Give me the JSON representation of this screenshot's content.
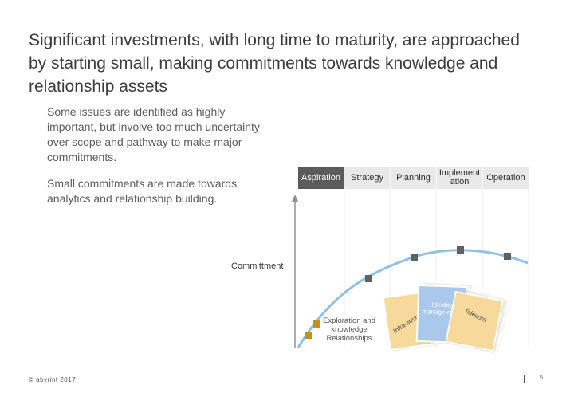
{
  "slide": {
    "title": "Significant investments, with long time to maturity, are approached by starting small, making commitments towards knowledge and relationship assets",
    "paragraph1": "Some issues are identified as highly important, but involve too much uncertainty over scope and pathway to make major commitments.",
    "paragraph2": "Small commitments are made towards analytics and relationship building."
  },
  "stages": [
    {
      "label": "Aspiration",
      "active": true
    },
    {
      "label": "Strategy",
      "active": false
    },
    {
      "label": "Planning",
      "active": false
    },
    {
      "label": "Implement ation",
      "active": false
    },
    {
      "label": "Operation",
      "active": false
    }
  ],
  "diagram": {
    "y_label": "Committment",
    "exploration_label": "Exploration and knowledge Relationships",
    "cards": {
      "infra": "Infra-structure",
      "identity": "Identity manage-ment",
      "telecom": "Telecom"
    }
  },
  "colors": {
    "curve": "#8fc0e6",
    "marker_dark": "#616161",
    "marker_gold": "#c5901e",
    "stage_active": "#5b5b5b",
    "stage_inactive": "#e9e9e9",
    "card_yellow": "#f8d99c",
    "card_blue": "#a9c8ec"
  },
  "footer": {
    "copyright": "© abyrint 2017",
    "page": "5"
  }
}
